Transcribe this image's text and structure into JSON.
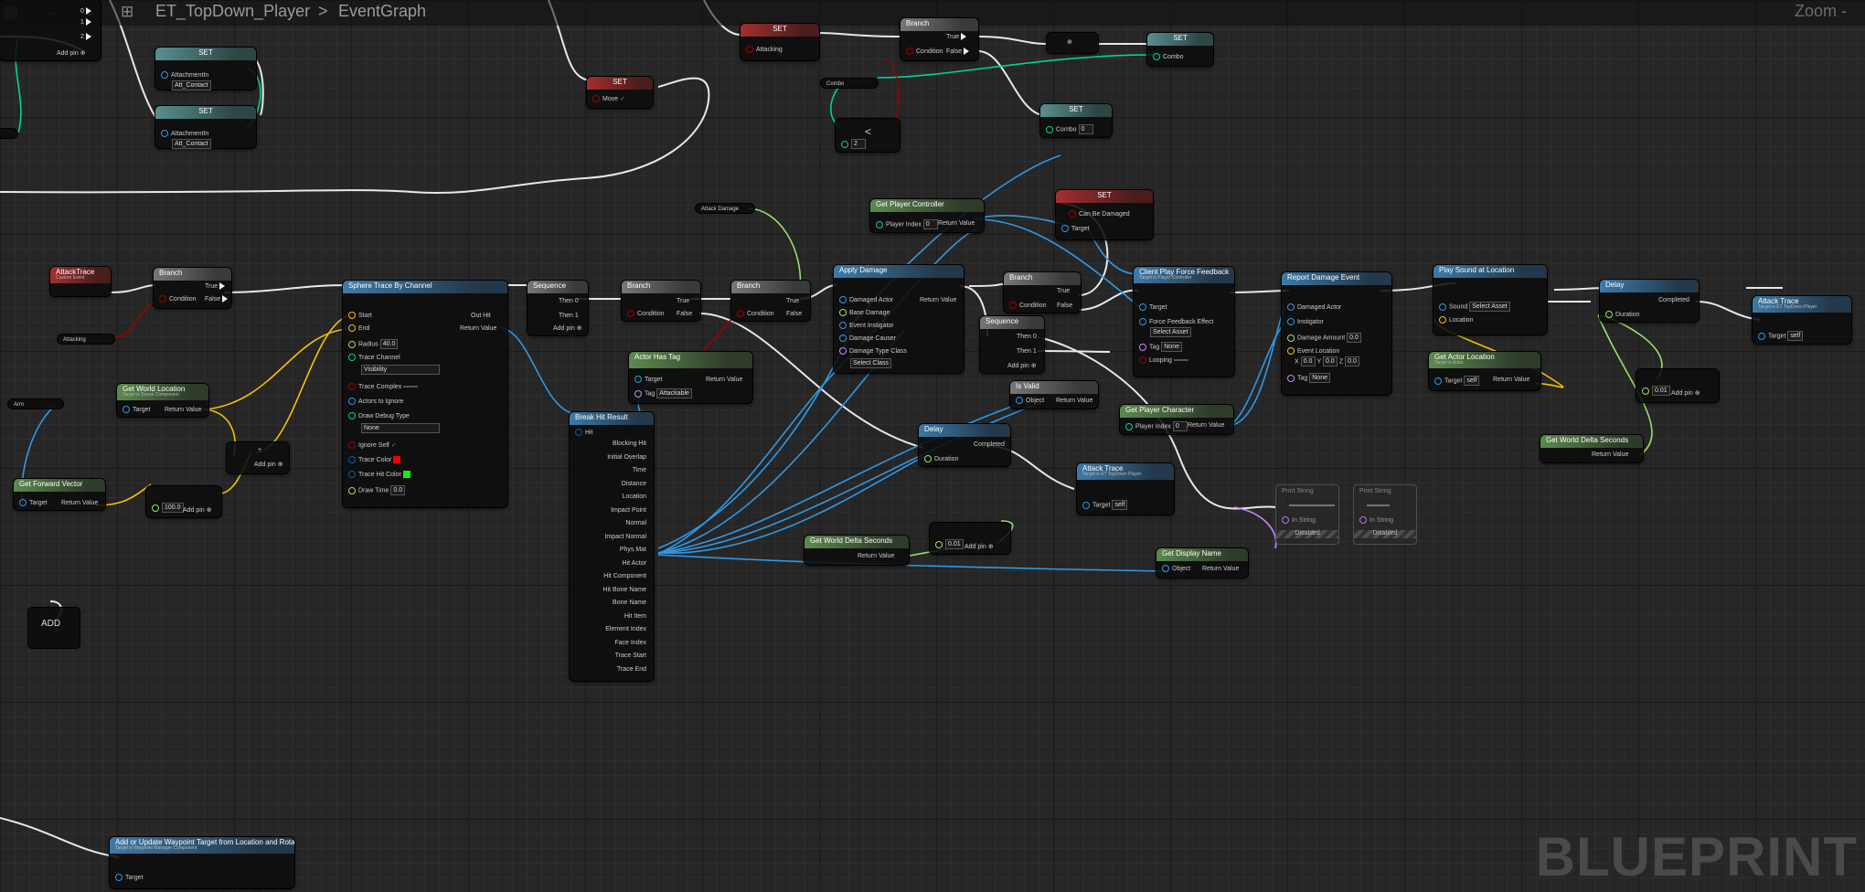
{
  "window": {
    "title": "ET_TopDown_Player",
    "graph": "EventGraph",
    "zoom_label": "Zoom -",
    "watermark": "BLUEPRINT",
    "nav_back": "←",
    "nav_fwd": "→",
    "separator": ">"
  },
  "colors": {
    "exec": "#ffffff",
    "float": "#9cde6b",
    "object": "#2f98e6",
    "bool": "#a10000",
    "vector": "#f3c400",
    "struct": "#0a5ba6",
    "name": "#c987ff",
    "byte": "#00d497"
  },
  "labels": {
    "add_pin": "Add pin",
    "target": "Target",
    "return_value": "Return Value",
    "condition": "Condition",
    "true": "True",
    "false": "False",
    "then0": "Then 0",
    "then1": "Then 1",
    "completed": "Completed",
    "duration": "Duration",
    "object": "Object",
    "self": "self",
    "disabled": "Disabled",
    "in_string": "In String",
    "set": "SET",
    "branch": "Branch",
    "sequence": "Sequence",
    "delay": "Delay",
    "print_string": "Print String",
    "attack_trace": "Attack Trace",
    "get_world_delta": "Get World Delta Seconds",
    "player_index": "Player Index",
    "zero": "0",
    "none": "None"
  },
  "nodes": {
    "attack_trace_event": {
      "title": "AttackTrace",
      "sub": "Custom Event"
    },
    "attacking_var": "Attacking",
    "attacking_var2": "Attacking",
    "arm_var": "Arm",
    "attack_damage_var": "Attack Damage",
    "combo_var": "Combo",
    "set_move": {
      "pin": "Move"
    },
    "set_attachment1": {
      "pin": "AttachmentIn",
      "val": "Att_Contact"
    },
    "set_attachment2": {
      "pin": "AttachmentIn",
      "val": "Att_Contact"
    },
    "set_combo": {
      "pin": "Combo"
    },
    "set_combo2": {
      "pin": "Combo",
      "val": "0"
    },
    "set_can_be_damaged": {
      "pin": "Can Be Damaged"
    },
    "less": {
      "op": "<",
      "val": "2"
    },
    "get_forward": {
      "title": "Get Forward Vector"
    },
    "get_world_location": {
      "title": "Get World Location",
      "sub": "Target is Scene Component"
    },
    "mult": {
      "val": "100.0"
    },
    "sphere_trace": {
      "title": "Sphere Trace By Channel",
      "pins": [
        "Start",
        "End",
        "Radius",
        "Trace Channel",
        "Trace Complex",
        "Actors to Ignore",
        "Draw Debug Type",
        "Ignore Self",
        "Trace Color",
        "Trace Hit Color",
        "Draw Time"
      ],
      "radius": "40.0",
      "channel": "Visibility",
      "debug": "None",
      "draw_time": "0.0",
      "out_hit": "Out Hit",
      "return_value": "Return Value"
    },
    "sequence1": {
      "title": "Sequence"
    },
    "branch1": {
      "title": "Branch"
    },
    "branch2": {
      "title": "Branch"
    },
    "branch3": {
      "title": "Branch"
    },
    "branch_top": {
      "title": "Branch"
    },
    "branch4": {
      "title": "Branch"
    },
    "actor_has_tag": {
      "title": "Actor Has Tag",
      "tag_label": "Tag",
      "tag": "Attackable"
    },
    "break_hit": {
      "title": "Break Hit Result",
      "pins": [
        "Blocking Hit",
        "Initial Overlap",
        "Time",
        "Distance",
        "Location",
        "Impact Point",
        "Normal",
        "Impact Normal",
        "Phys Mat",
        "Hit Actor",
        "Hit Component",
        "Hit Bone Name",
        "Bone Name",
        "Hit Item",
        "Element Index",
        "Face Index",
        "Trace Start",
        "Trace End"
      ],
      "hit": "Hit"
    },
    "get_player_controller": {
      "title": "Get Player Controller"
    },
    "apply_damage": {
      "title": "Apply Damage",
      "pins": [
        "Damaged Actor",
        "Base Damage",
        "Event Instigator",
        "Damage Causer",
        "Damage Type Class"
      ],
      "select": "Select Class"
    },
    "sequence2": {
      "title": "Sequence"
    },
    "is_valid": {
      "title": "Is Valid"
    },
    "delay1": {
      "title": "Delay"
    },
    "get_world_delta1": {
      "title": "Get World Delta Seconds"
    },
    "add1": {
      "val": "0.01"
    },
    "attack_trace_call1": {
      "title": "Attack Trace",
      "sub": "Target is ET TopDown Player"
    },
    "client_play_ff": {
      "title": "Client Play Force Feedback",
      "sub": "Target is Player Controller",
      "pins": [
        "Target",
        "Force Feedback Effect",
        "Tag",
        "Looping"
      ],
      "effect": "Select Asset",
      "tag": "None"
    },
    "get_player_character": {
      "title": "Get Player Character"
    },
    "report_damage": {
      "title": "Report Damage Event",
      "pins": [
        "Damaged Actor",
        "Instigator",
        "Damage Amount",
        "Event Location",
        "Tag"
      ],
      "amount": "0.0",
      "x": "0.0",
      "y": "0.0",
      "z": "0.0",
      "tag": "None"
    },
    "play_sound": {
      "title": "Play Sound at Location",
      "pins": [
        "Sound",
        "Location"
      ],
      "sound": "Select Asset"
    },
    "get_actor_location": {
      "title": "Get Actor Location",
      "sub": "Target is Actor"
    },
    "delay2": {
      "title": "Delay"
    },
    "add2": {
      "val": "0.01"
    },
    "get_world_delta2": {
      "title": "Get World Delta Seconds"
    },
    "attack_trace_call2": {
      "title": "Attack Trace",
      "sub": "Target is ET TopDown Player"
    },
    "get_display_name": {
      "title": "Get Display Name"
    },
    "add_node": {
      "title": "ADD"
    },
    "add_waypoint": {
      "title": "Add or Update Waypoint Target from Location and Rotation",
      "sub": "Target is Waypoint Manager Component"
    },
    "top_left_pins": [
      "0",
      "1",
      "2"
    ]
  }
}
